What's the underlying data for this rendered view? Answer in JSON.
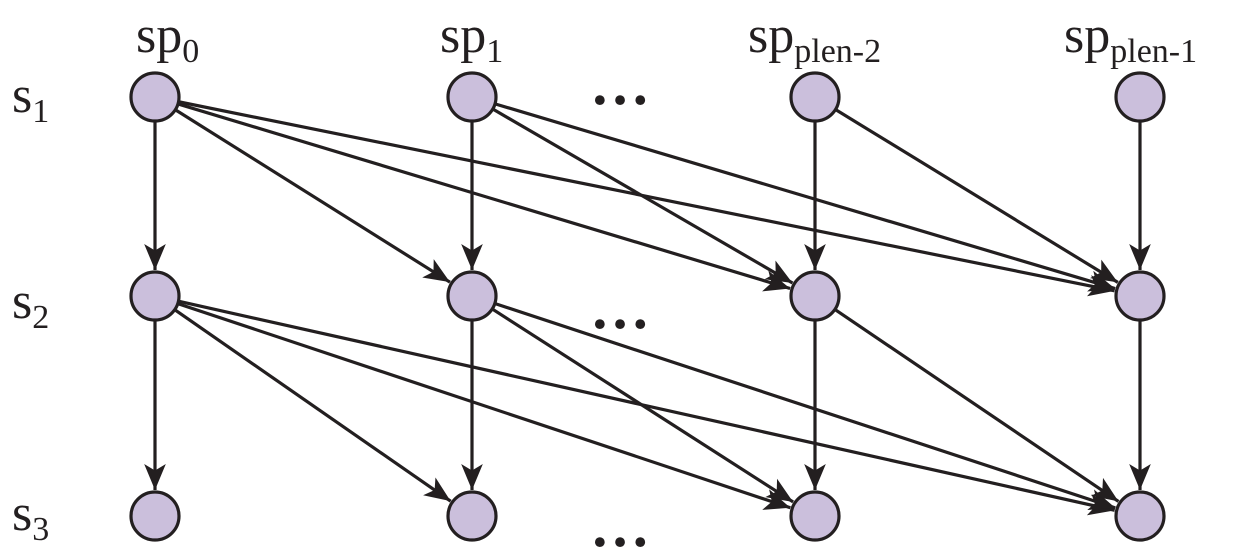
{
  "columns": [
    {
      "main": "sp",
      "sub": "0"
    },
    {
      "main": "sp",
      "sub": "1"
    },
    {
      "main": "sp",
      "sub": "plen-2"
    },
    {
      "main": "sp",
      "sub": "plen-1"
    }
  ],
  "rows": [
    {
      "main": "s",
      "sub": "1"
    },
    {
      "main": "s",
      "sub": "2"
    },
    {
      "main": "s",
      "sub": "3"
    }
  ],
  "ellipsis": "…",
  "colors": {
    "node_fill": "#cbbfdc",
    "stroke": "#231f20"
  },
  "nodes": [
    {
      "id": "s1-sp0",
      "row": 0,
      "col": 0
    },
    {
      "id": "s1-sp1",
      "row": 0,
      "col": 1
    },
    {
      "id": "s1-sp2",
      "row": 0,
      "col": 2
    },
    {
      "id": "s1-sp3",
      "row": 0,
      "col": 3
    },
    {
      "id": "s2-sp0",
      "row": 1,
      "col": 0
    },
    {
      "id": "s2-sp1",
      "row": 1,
      "col": 1
    },
    {
      "id": "s2-sp2",
      "row": 1,
      "col": 2
    },
    {
      "id": "s2-sp3",
      "row": 1,
      "col": 3
    },
    {
      "id": "s3-sp0",
      "row": 2,
      "col": 0
    },
    {
      "id": "s3-sp1",
      "row": 2,
      "col": 1
    },
    {
      "id": "s3-sp2",
      "row": 2,
      "col": 2
    },
    {
      "id": "s3-sp3",
      "row": 2,
      "col": 3
    }
  ],
  "edges": [
    {
      "from": [
        0,
        0
      ],
      "to": [
        1,
        0
      ]
    },
    {
      "from": [
        0,
        0
      ],
      "to": [
        1,
        1
      ]
    },
    {
      "from": [
        0,
        0
      ],
      "to": [
        1,
        2
      ]
    },
    {
      "from": [
        0,
        0
      ],
      "to": [
        1,
        3
      ]
    },
    {
      "from": [
        0,
        1
      ],
      "to": [
        1,
        1
      ]
    },
    {
      "from": [
        0,
        1
      ],
      "to": [
        1,
        2
      ]
    },
    {
      "from": [
        0,
        1
      ],
      "to": [
        1,
        3
      ]
    },
    {
      "from": [
        0,
        2
      ],
      "to": [
        1,
        2
      ]
    },
    {
      "from": [
        0,
        2
      ],
      "to": [
        1,
        3
      ]
    },
    {
      "from": [
        0,
        3
      ],
      "to": [
        1,
        3
      ]
    },
    {
      "from": [
        1,
        0
      ],
      "to": [
        2,
        0
      ]
    },
    {
      "from": [
        1,
        0
      ],
      "to": [
        2,
        1
      ]
    },
    {
      "from": [
        1,
        0
      ],
      "to": [
        2,
        2
      ]
    },
    {
      "from": [
        1,
        0
      ],
      "to": [
        2,
        3
      ]
    },
    {
      "from": [
        1,
        1
      ],
      "to": [
        2,
        1
      ]
    },
    {
      "from": [
        1,
        1
      ],
      "to": [
        2,
        2
      ]
    },
    {
      "from": [
        1,
        1
      ],
      "to": [
        2,
        3
      ]
    },
    {
      "from": [
        1,
        2
      ],
      "to": [
        2,
        2
      ]
    },
    {
      "from": [
        1,
        2
      ],
      "to": [
        2,
        3
      ]
    },
    {
      "from": [
        1,
        3
      ],
      "to": [
        2,
        3
      ]
    }
  ]
}
